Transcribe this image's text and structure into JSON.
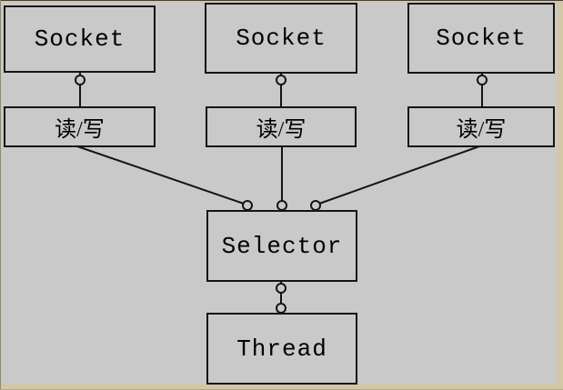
{
  "diagram": {
    "type": "block-diagram",
    "colors": {
      "canvas_background": "#c9c9c9",
      "frame": "#d2c8a8",
      "line": "#141414",
      "box_fill": "#c9c9c9",
      "text": "#000000"
    },
    "nodes": [
      {
        "id": "socket-1",
        "label": "Socket"
      },
      {
        "id": "socket-2",
        "label": "Socket"
      },
      {
        "id": "socket-3",
        "label": "Socket"
      },
      {
        "id": "readwrite-1",
        "label": "读/写"
      },
      {
        "id": "readwrite-2",
        "label": "读/写"
      },
      {
        "id": "readwrite-3",
        "label": "读/写"
      },
      {
        "id": "selector",
        "label": "Selector"
      },
      {
        "id": "thread",
        "label": "Thread"
      }
    ],
    "edges": [
      {
        "from": "socket-1",
        "to": "readwrite-1",
        "connector": "open-circle"
      },
      {
        "from": "socket-2",
        "to": "readwrite-2",
        "connector": "open-circle"
      },
      {
        "from": "socket-3",
        "to": "readwrite-3",
        "connector": "open-circle"
      },
      {
        "from": "readwrite-1",
        "to": "selector",
        "connector": "open-circle"
      },
      {
        "from": "readwrite-2",
        "to": "selector",
        "connector": "open-circle"
      },
      {
        "from": "readwrite-3",
        "to": "selector",
        "connector": "open-circle"
      },
      {
        "from": "selector",
        "to": "thread",
        "connector": "double-open-circle"
      }
    ]
  }
}
